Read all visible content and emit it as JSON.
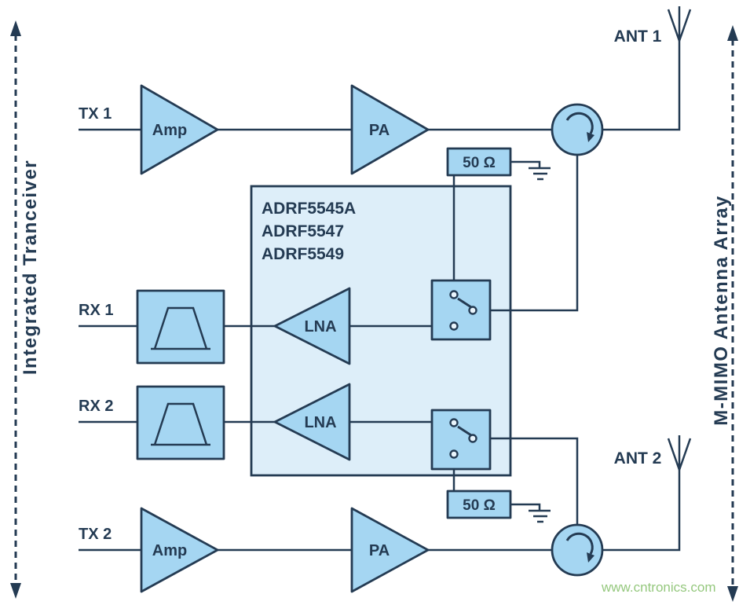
{
  "colors": {
    "stroke": "#243B53",
    "component_fill": "#A5D6F2",
    "chip_fill": "#DDEEF9",
    "dot_fill": "#EAF5FC",
    "watermark": "#95C87E",
    "background": "#FFFFFF"
  },
  "side_labels": {
    "left": "Integrated Tranceiver",
    "right": "M-MIMO Antenna Array"
  },
  "chip": {
    "line1": "ADRF5545A",
    "line2": "ADRF5547",
    "line3": "ADRF5549"
  },
  "labels": {
    "tx1": "TX 1",
    "tx2": "TX 2",
    "rx1": "RX 1",
    "rx2": "RX 2",
    "amp": "Amp",
    "pa": "PA",
    "lna": "LNA",
    "ant1": "ANT 1",
    "ant2": "ANT 2",
    "termination": "50 Ω"
  },
  "watermark": "www.cntronics.com"
}
